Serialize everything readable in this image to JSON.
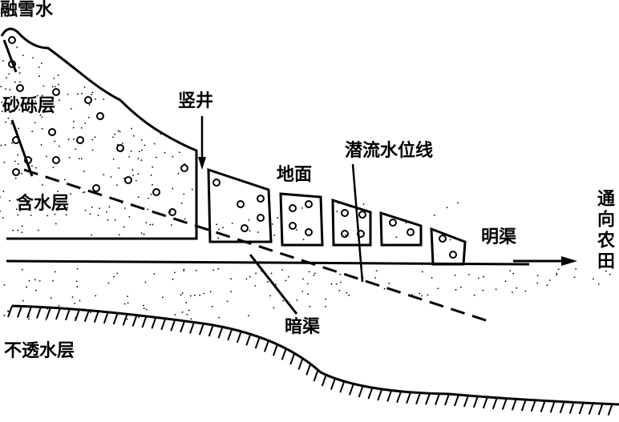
{
  "labels": {
    "snowmelt": "融雪水",
    "gravel_layer": "砂砾层",
    "shaft": "竖井",
    "water_table": "潜流水位线",
    "ground": "地面",
    "aquifer": "含水层",
    "open_channel": "明渠",
    "to_farmland": "通向农田",
    "underground_channel": "暗渠",
    "impermeable_layer": "不透水层"
  },
  "colors": {
    "ink": "#000000",
    "background": "#ffffff"
  }
}
